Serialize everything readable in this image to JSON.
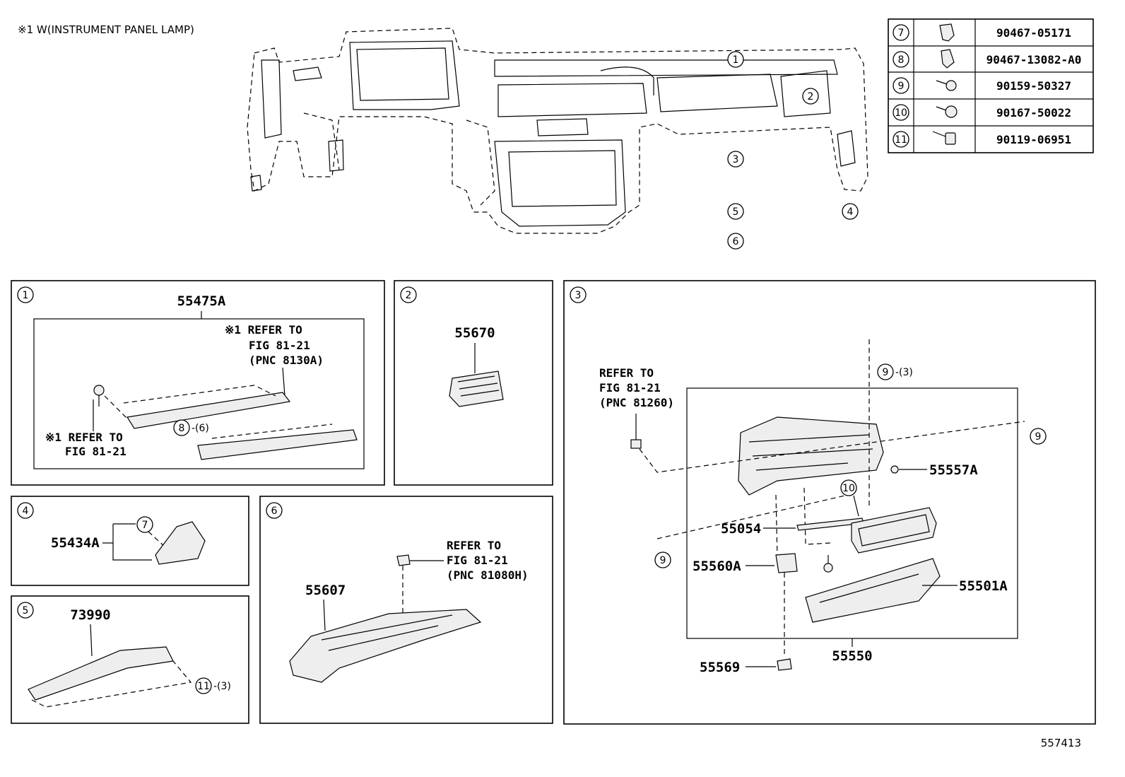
{
  "note": "※1 W(INSTRUMENT PANEL LAMP)",
  "diagram_id": "557413",
  "fastener_table": [
    {
      "ref": "7",
      "part": "90467-05171"
    },
    {
      "ref": "8",
      "part": "90467-13082-A0"
    },
    {
      "ref": "9",
      "part": "90159-50327"
    },
    {
      "ref": "10",
      "part": "90167-50022"
    },
    {
      "ref": "11",
      "part": "90119-06951"
    }
  ],
  "overview_callouts": [
    "1",
    "2",
    "3",
    "4",
    "5",
    "6"
  ],
  "panel1": {
    "id": "1",
    "part": "55475A",
    "refer_top": [
      "※1 REFER TO",
      "FIG 81-21",
      "(PNC 8130A)"
    ],
    "refer_bottom": [
      "※1 REFER TO",
      "FIG 81-21"
    ],
    "fastener_ref": "8",
    "fastener_qty": "-(6)"
  },
  "panel2": {
    "id": "2",
    "part": "55670"
  },
  "panel3": {
    "id": "3",
    "refer": [
      "REFER TO",
      "FIG 81-21",
      "(PNC 81260)"
    ],
    "fastener_ref_top": "9",
    "fastener_qty_top": "-(3)",
    "fastener_ref_right": "9",
    "fastener_ref_left": "9",
    "fastener_ref_10": "10",
    "parts": {
      "p55557a": "55557A",
      "p55054": "55054",
      "p55560a": "55560A",
      "p55501a": "55501A",
      "p55550": "55550",
      "p55569": "55569"
    }
  },
  "panel4": {
    "id": "4",
    "part": "55434A",
    "fastener_ref": "7"
  },
  "panel5": {
    "id": "5",
    "part": "73990",
    "fastener_ref": "11",
    "fastener_qty": "-(3)"
  },
  "panel6": {
    "id": "6",
    "part": "55607",
    "refer": [
      "REFER TO",
      "FIG 81-21",
      "(PNC 81080H)"
    ]
  }
}
